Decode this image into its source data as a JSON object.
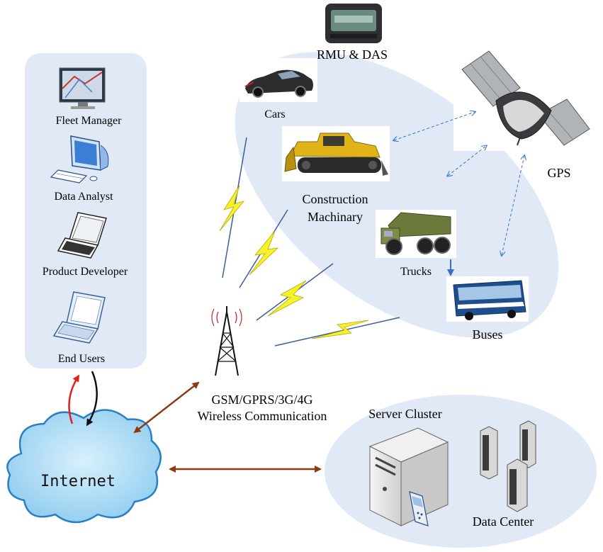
{
  "users_panel": {
    "fleet_manager": "Fleet Manager",
    "data_analyst": "Data Analyst",
    "product_developer": "Product Developer",
    "end_users": "End Users"
  },
  "device": {
    "label": "RMU & DAS"
  },
  "vehicles": {
    "cars": "Cars",
    "construction_line1": "Construction",
    "construction_line2": "Machinary",
    "trucks": "Trucks",
    "buses": "Buses"
  },
  "gps": {
    "label": "GPS"
  },
  "tower": {
    "line1": "GSM/GPRS/3G/4G",
    "line2": "Wireless Communication"
  },
  "internet": {
    "label": "Internet"
  },
  "server": {
    "server_cluster": "Server Cluster",
    "data_center": "Data Center"
  },
  "colors": {
    "panel_fill": "#e1e9f7",
    "cloud_fill": "#a9d9f5",
    "arrow_brown": "#8b3a12",
    "arrow_red": "#e0201b",
    "lightning": "#f6f22a",
    "dashed_blue": "#3a6fc4"
  }
}
